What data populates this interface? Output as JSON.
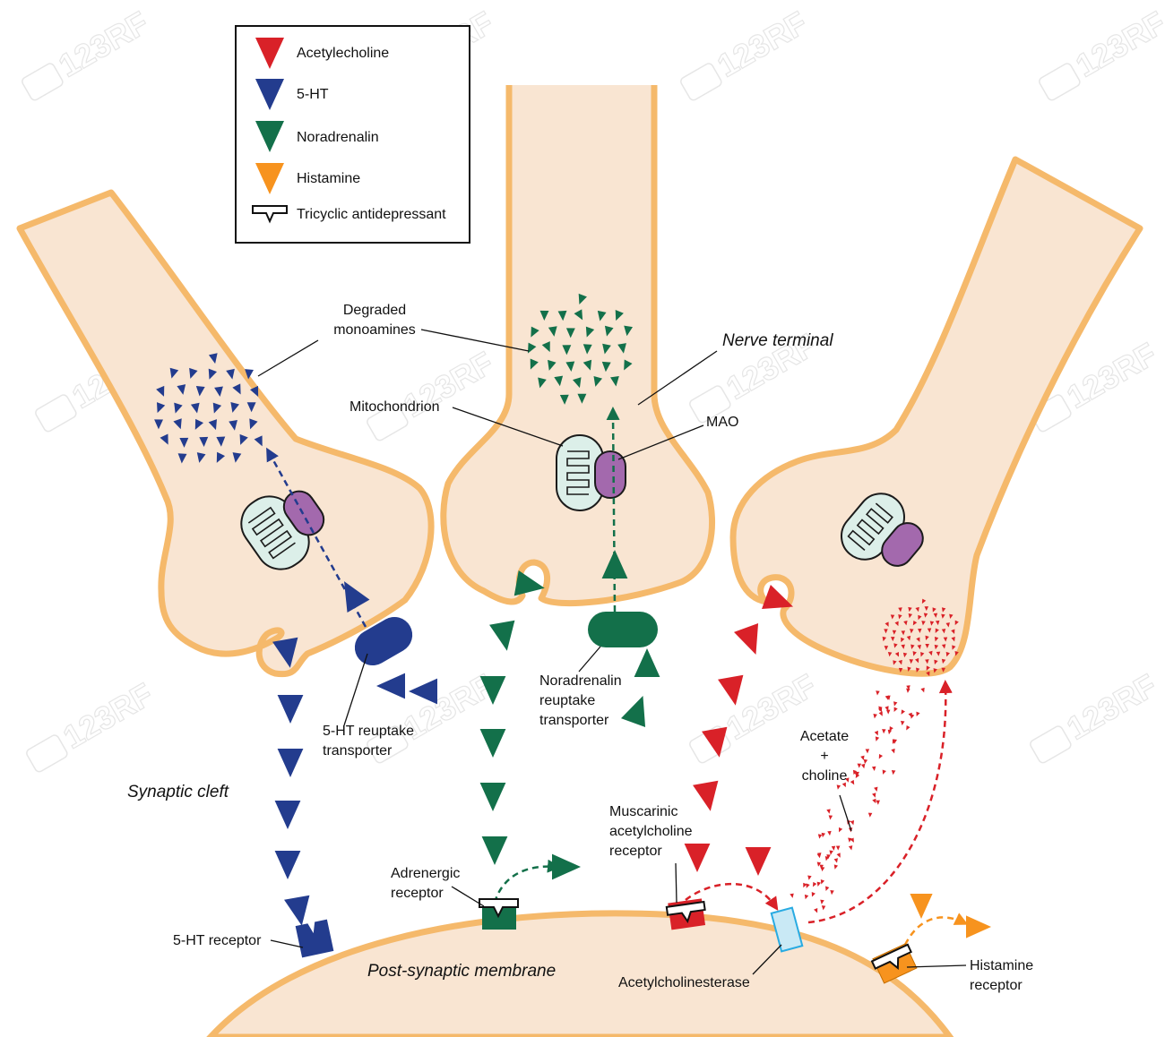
{
  "legend": {
    "items": [
      {
        "label": "Acetylecholine",
        "color": "#d92128",
        "shape": "triangle"
      },
      {
        "label": "5-HT",
        "color": "#233c8e",
        "shape": "triangle"
      },
      {
        "label": "Noradrenalin",
        "color": "#13704a",
        "shape": "triangle"
      },
      {
        "label": "Histamine",
        "color": "#f7931e",
        "shape": "triangle"
      },
      {
        "label": "Tricyclic antidepressant",
        "color": "#ffffff",
        "shape": "t-block"
      }
    ]
  },
  "labels": {
    "degraded_line1": "Degraded",
    "degraded_line2": "monoamines",
    "nerve_terminal": "Nerve terminal",
    "mitochondrion": "Mitochondrion",
    "mao": "MAO",
    "ht_transporter_line1": "5-HT reuptake",
    "ht_transporter_line2": "transporter",
    "na_transporter_line1": "Noradrenalin",
    "na_transporter_line2": "reuptake",
    "na_transporter_line3": "transporter",
    "synaptic_cleft": "Synaptic cleft",
    "acetate_line1": "Acetate",
    "acetate_line2": "+",
    "acetate_line3": "choline",
    "muscarinic_line1": "Muscarinic",
    "muscarinic_line2": "acetylcholine",
    "muscarinic_line3": "receptor",
    "adrenergic_line1": "Adrenergic",
    "adrenergic_line2": "receptor",
    "ht_receptor": "5-HT receptor",
    "post_synaptic": "Post-synaptic membrane",
    "acetylcholinesterase": "Acetylcholinesterase",
    "histamine_line1": "Histamine",
    "histamine_line2": "receptor"
  },
  "watermark": "123RF",
  "colors": {
    "acetylcholine": "#d92128",
    "serotonin": "#233c8e",
    "noradrenalin": "#13704a",
    "histamine": "#f7931e",
    "acetylcholinesterase": "#c9e9f5",
    "membrane_fill": "#f9e5d2",
    "membrane_stroke": "#f5b96b"
  }
}
